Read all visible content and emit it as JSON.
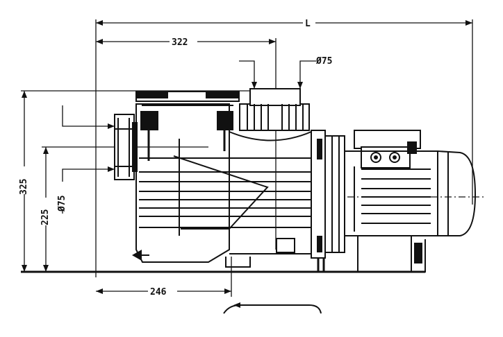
{
  "dimensions": {
    "overall_length": "L",
    "length_322": "322",
    "diameter_outlet": "Ø75",
    "height_325": "325",
    "height_225": "225",
    "diameter_inlet": "Ø75",
    "base_246": "246"
  }
}
